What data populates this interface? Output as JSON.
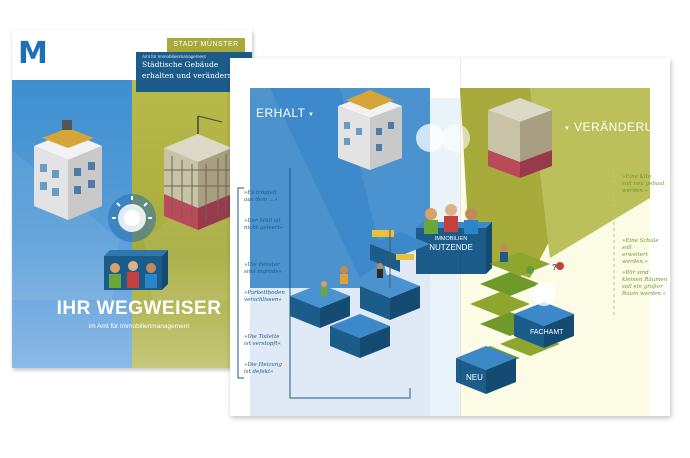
{
  "cover": {
    "city_label": "STADT   MÜNSTER",
    "office_small": "Amt für Immobilienmanagement",
    "headline_line1": "Städtische Gebäude",
    "headline_line2": "erhalten und verändern",
    "title": "IHR WEGWEISER",
    "subtitle": "im Amt für Immobilienmanagement"
  },
  "spread": {
    "left_heading": "ERHALT",
    "right_heading": "VERÄNDERUNG",
    "users_label_1": "IMMOBILIEN",
    "users_label_2": "NUTZENDE",
    "fachamt_label": "FACHAMT",
    "neu_label": "NEU",
    "left_quotes": [
      "»Es tröpfelt",
      "aus dem …«",
      "»Der Müll ist",
      "nicht geleert«",
      "»Die Fenster",
      "sind marode«",
      "»Parkettboden",
      "verschlissen«",
      "»Die Toilette",
      "ist verstopft«",
      "»Die Heizung",
      "ist defekt«"
    ],
    "right_quotes": [
      "»Eine Kita",
      "soll neu gebaut",
      "werden.«",
      "»Eine Schule soll",
      "erweitert werden.«",
      "»Wir sind",
      "kleinen Räumen",
      "soll ein großer",
      "Raum werden.«"
    ]
  },
  "colors": {
    "blue": "#2a86c8",
    "olive": "#a9ad3e",
    "navy": "#1c5c8a",
    "green": "#6f9a2a"
  }
}
